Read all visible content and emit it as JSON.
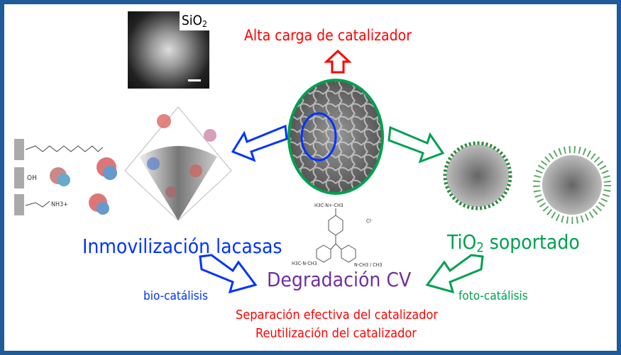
{
  "sem_image": {
    "label": "SiO",
    "label_sub": "2"
  },
  "top_benefit": "Alta carga de catalizador",
  "left_label": "Inmovilización lacasas",
  "right_label": {
    "prefix": "TiO",
    "sub": "2",
    "suffix": " soportado"
  },
  "center_label": "Degradación CV",
  "left_process": "bio-catálisis",
  "right_process": "foto-catálisis",
  "bottom_benefits": [
    "Separación efectiva del catalizador",
    "Reutilización del catalizador"
  ],
  "molecule": {
    "top": "H3C‑N+‑CH3",
    "counterion": "Cl⁻",
    "left": "H3C‑N‑CH3",
    "right": "N‑CH3 / CH3"
  },
  "linker_labels": [
    "OH",
    "NH3+"
  ],
  "colors": {
    "border": "#1f5a9a",
    "red": "#ff0000",
    "blue": "#0033ff",
    "green": "#00a050",
    "purple": "#7030a0"
  }
}
